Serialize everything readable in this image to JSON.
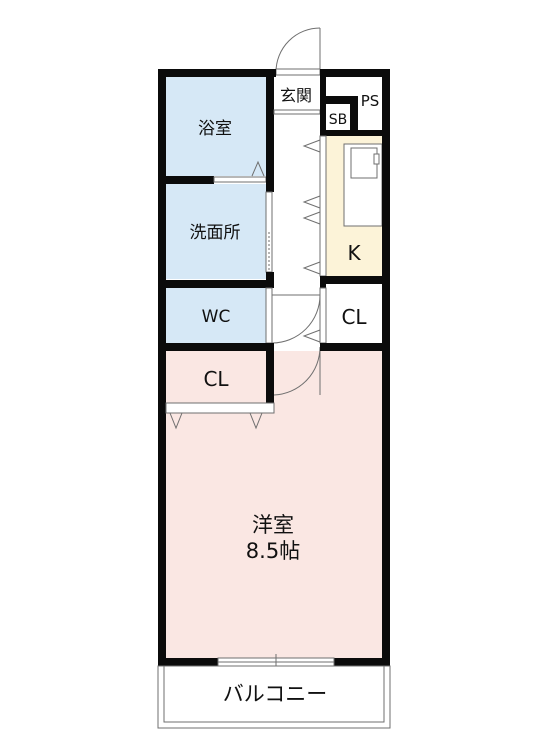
{
  "colors": {
    "wall": "#0b0b0b",
    "bath": "#d6e8f6",
    "room": "#fae7e3",
    "kitchen": "#fcf3d8",
    "white": "#ffffff",
    "thin": "#6f6f6f"
  },
  "rooms": {
    "bathroom": "浴室",
    "washroom": "洗面所",
    "wc": "WC",
    "entrance": "玄関",
    "sb": "SB",
    "ps": "PS",
    "kitchen": "K",
    "closet_right": "CL",
    "closet_left": "CL",
    "western_room": "洋室",
    "western_room_size": "8.5帖",
    "balcony": "バルコニー"
  }
}
